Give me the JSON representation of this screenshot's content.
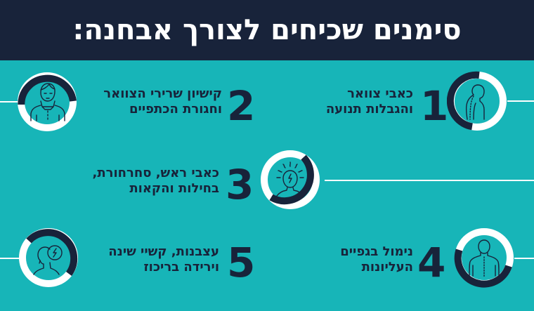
{
  "header": {
    "title": "סימנים שכיחים לצורך אבחנה:"
  },
  "colors": {
    "background": "#17b5b8",
    "header_bg": "#18233a",
    "dark": "#18233a",
    "light": "#ffffff"
  },
  "items": [
    {
      "number": "1",
      "line1": "כאבי צוואר",
      "line2": "והגבלות תנועה",
      "icon": "spine-posture-icon"
    },
    {
      "number": "2",
      "line1": "קישיון שרירי הצוואר",
      "line2": "וחגורת הכתפיים",
      "icon": "neck-brace-icon"
    },
    {
      "number": "3",
      "line1": "כאבי ראש, סחרחורת,",
      "line2": "בחילות והקאות",
      "icon": "headache-icon"
    },
    {
      "number": "4",
      "line1": "נימול בגפיים",
      "line2": "העליונות",
      "icon": "upper-back-spine-icon"
    },
    {
      "number": "5",
      "line1": "עצבנות, קשיי שינה",
      "line2": "וירידה בריכוז",
      "icon": "stress-head-icon"
    }
  ]
}
